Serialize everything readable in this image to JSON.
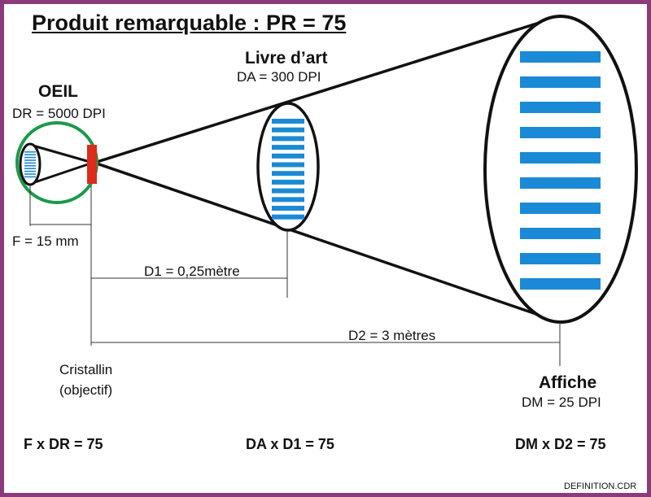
{
  "title": "Produit remarquable : PR = 75",
  "eye": {
    "label": "OEIL",
    "resolution": "DR = 5000 DPI"
  },
  "book": {
    "label": "Livre d’art",
    "resolution": "DA = 300 DPI"
  },
  "poster": {
    "label": "Affiche",
    "resolution": "DM = 25 DPI"
  },
  "focal_length": "F = 15  mm",
  "distance_book": "D1 = 0,25mètre",
  "distance_poster": "D2 = 3 mètres",
  "lens": {
    "line1": "Cristallin",
    "line2": "(objectif)"
  },
  "formulas": [
    "F x DR = 75",
    "DA x D1 = 75",
    "DM x D2 = 75"
  ],
  "credit": "DEFINITION.CDR",
  "colors": {
    "border": "#8b3a7a",
    "eye_circle": "#1a9a4a",
    "retina": "#dd2b1c",
    "stripes": "#1b8ad6",
    "lines": "#111111"
  }
}
